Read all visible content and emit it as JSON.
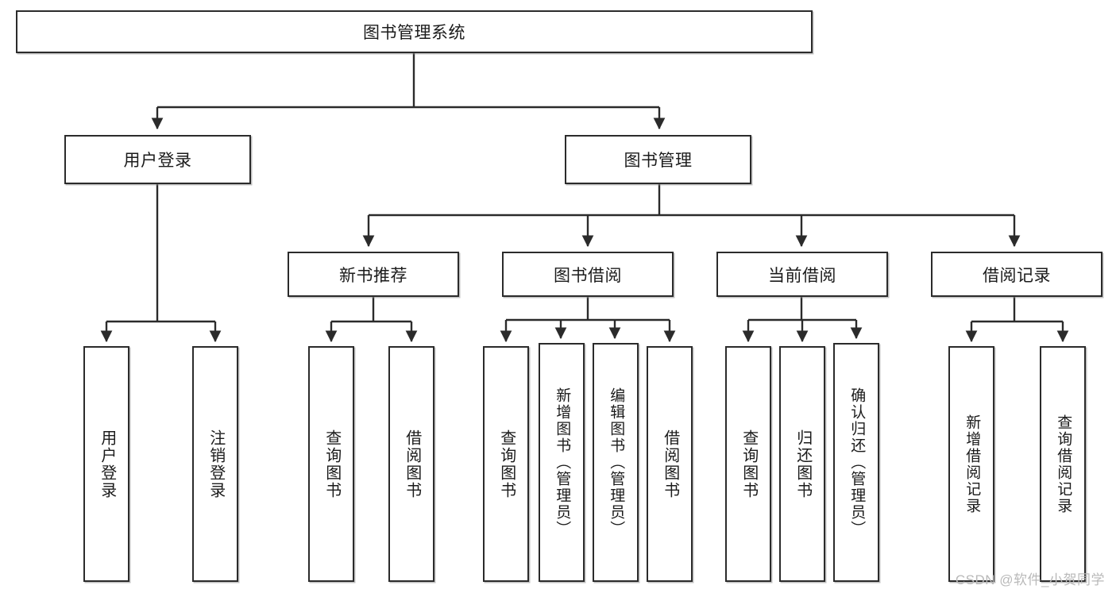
{
  "diagram": {
    "type": "tree-hierarchy",
    "title": "图书管理系统",
    "watermark": "CSDN @软件_小贺同学",
    "colors": {
      "border": "#2b2b2b",
      "background": "#ffffff",
      "text": "#1b1b1b",
      "connector": "#2b2b2b",
      "watermark": "#b9b9b9"
    },
    "nodes": {
      "root": {
        "label": "图书管理系统",
        "level": 0,
        "orientation": "horizontal"
      },
      "user_login": {
        "label": "用户登录",
        "level": 1,
        "orientation": "horizontal"
      },
      "book_manage": {
        "label": "图书管理",
        "level": 1,
        "orientation": "horizontal"
      },
      "new_book_rec": {
        "label": "新书推荐",
        "level": 2,
        "orientation": "horizontal"
      },
      "book_borrow": {
        "label": "图书借阅",
        "level": 2,
        "orientation": "horizontal"
      },
      "current_borrow": {
        "label": "当前借阅",
        "level": 2,
        "orientation": "horizontal"
      },
      "borrow_record": {
        "label": "借阅记录",
        "level": 2,
        "orientation": "horizontal"
      },
      "leaf_user_login": {
        "label": "用户登录",
        "level": 3,
        "orientation": "vertical"
      },
      "leaf_logout": {
        "label": "注销登录",
        "level": 3,
        "orientation": "vertical"
      },
      "leaf_query_book_1": {
        "label": "查询图书",
        "level": 3,
        "orientation": "vertical"
      },
      "leaf_borrow_book_1": {
        "label": "借阅图书",
        "level": 3,
        "orientation": "vertical"
      },
      "leaf_query_book_2": {
        "label": "查询图书",
        "level": 3,
        "orientation": "vertical"
      },
      "leaf_add_book": {
        "label": "新增图书（管理员）",
        "level": 3,
        "orientation": "vertical"
      },
      "leaf_edit_book": {
        "label": "编辑图书（管理员）",
        "level": 3,
        "orientation": "vertical"
      },
      "leaf_borrow_book_2": {
        "label": "借阅图书",
        "level": 3,
        "orientation": "vertical"
      },
      "leaf_query_book_3": {
        "label": "查询图书",
        "level": 3,
        "orientation": "vertical"
      },
      "leaf_return_book": {
        "label": "归还图书",
        "level": 3,
        "orientation": "vertical"
      },
      "leaf_confirm_return": {
        "label": "确认归还（管理员）",
        "level": 3,
        "orientation": "vertical"
      },
      "leaf_add_record": {
        "label": "新增借阅记录",
        "level": 3,
        "orientation": "vertical"
      },
      "leaf_query_record": {
        "label": "查询借阅记录",
        "level": 3,
        "orientation": "vertical"
      }
    },
    "edges": [
      {
        "from": "root",
        "to": "user_login"
      },
      {
        "from": "root",
        "to": "book_manage"
      },
      {
        "from": "book_manage",
        "to": "new_book_rec"
      },
      {
        "from": "book_manage",
        "to": "book_borrow"
      },
      {
        "from": "book_manage",
        "to": "current_borrow"
      },
      {
        "from": "book_manage",
        "to": "borrow_record"
      },
      {
        "from": "user_login",
        "to": "leaf_user_login"
      },
      {
        "from": "user_login",
        "to": "leaf_logout"
      },
      {
        "from": "new_book_rec",
        "to": "leaf_query_book_1"
      },
      {
        "from": "new_book_rec",
        "to": "leaf_borrow_book_1"
      },
      {
        "from": "book_borrow",
        "to": "leaf_query_book_2"
      },
      {
        "from": "book_borrow",
        "to": "leaf_add_book"
      },
      {
        "from": "book_borrow",
        "to": "leaf_edit_book"
      },
      {
        "from": "book_borrow",
        "to": "leaf_borrow_book_2"
      },
      {
        "from": "current_borrow",
        "to": "leaf_query_book_3"
      },
      {
        "from": "current_borrow",
        "to": "leaf_return_book"
      },
      {
        "from": "current_borrow",
        "to": "leaf_confirm_return"
      },
      {
        "from": "borrow_record",
        "to": "leaf_add_record"
      },
      {
        "from": "borrow_record",
        "to": "leaf_query_record"
      }
    ]
  }
}
